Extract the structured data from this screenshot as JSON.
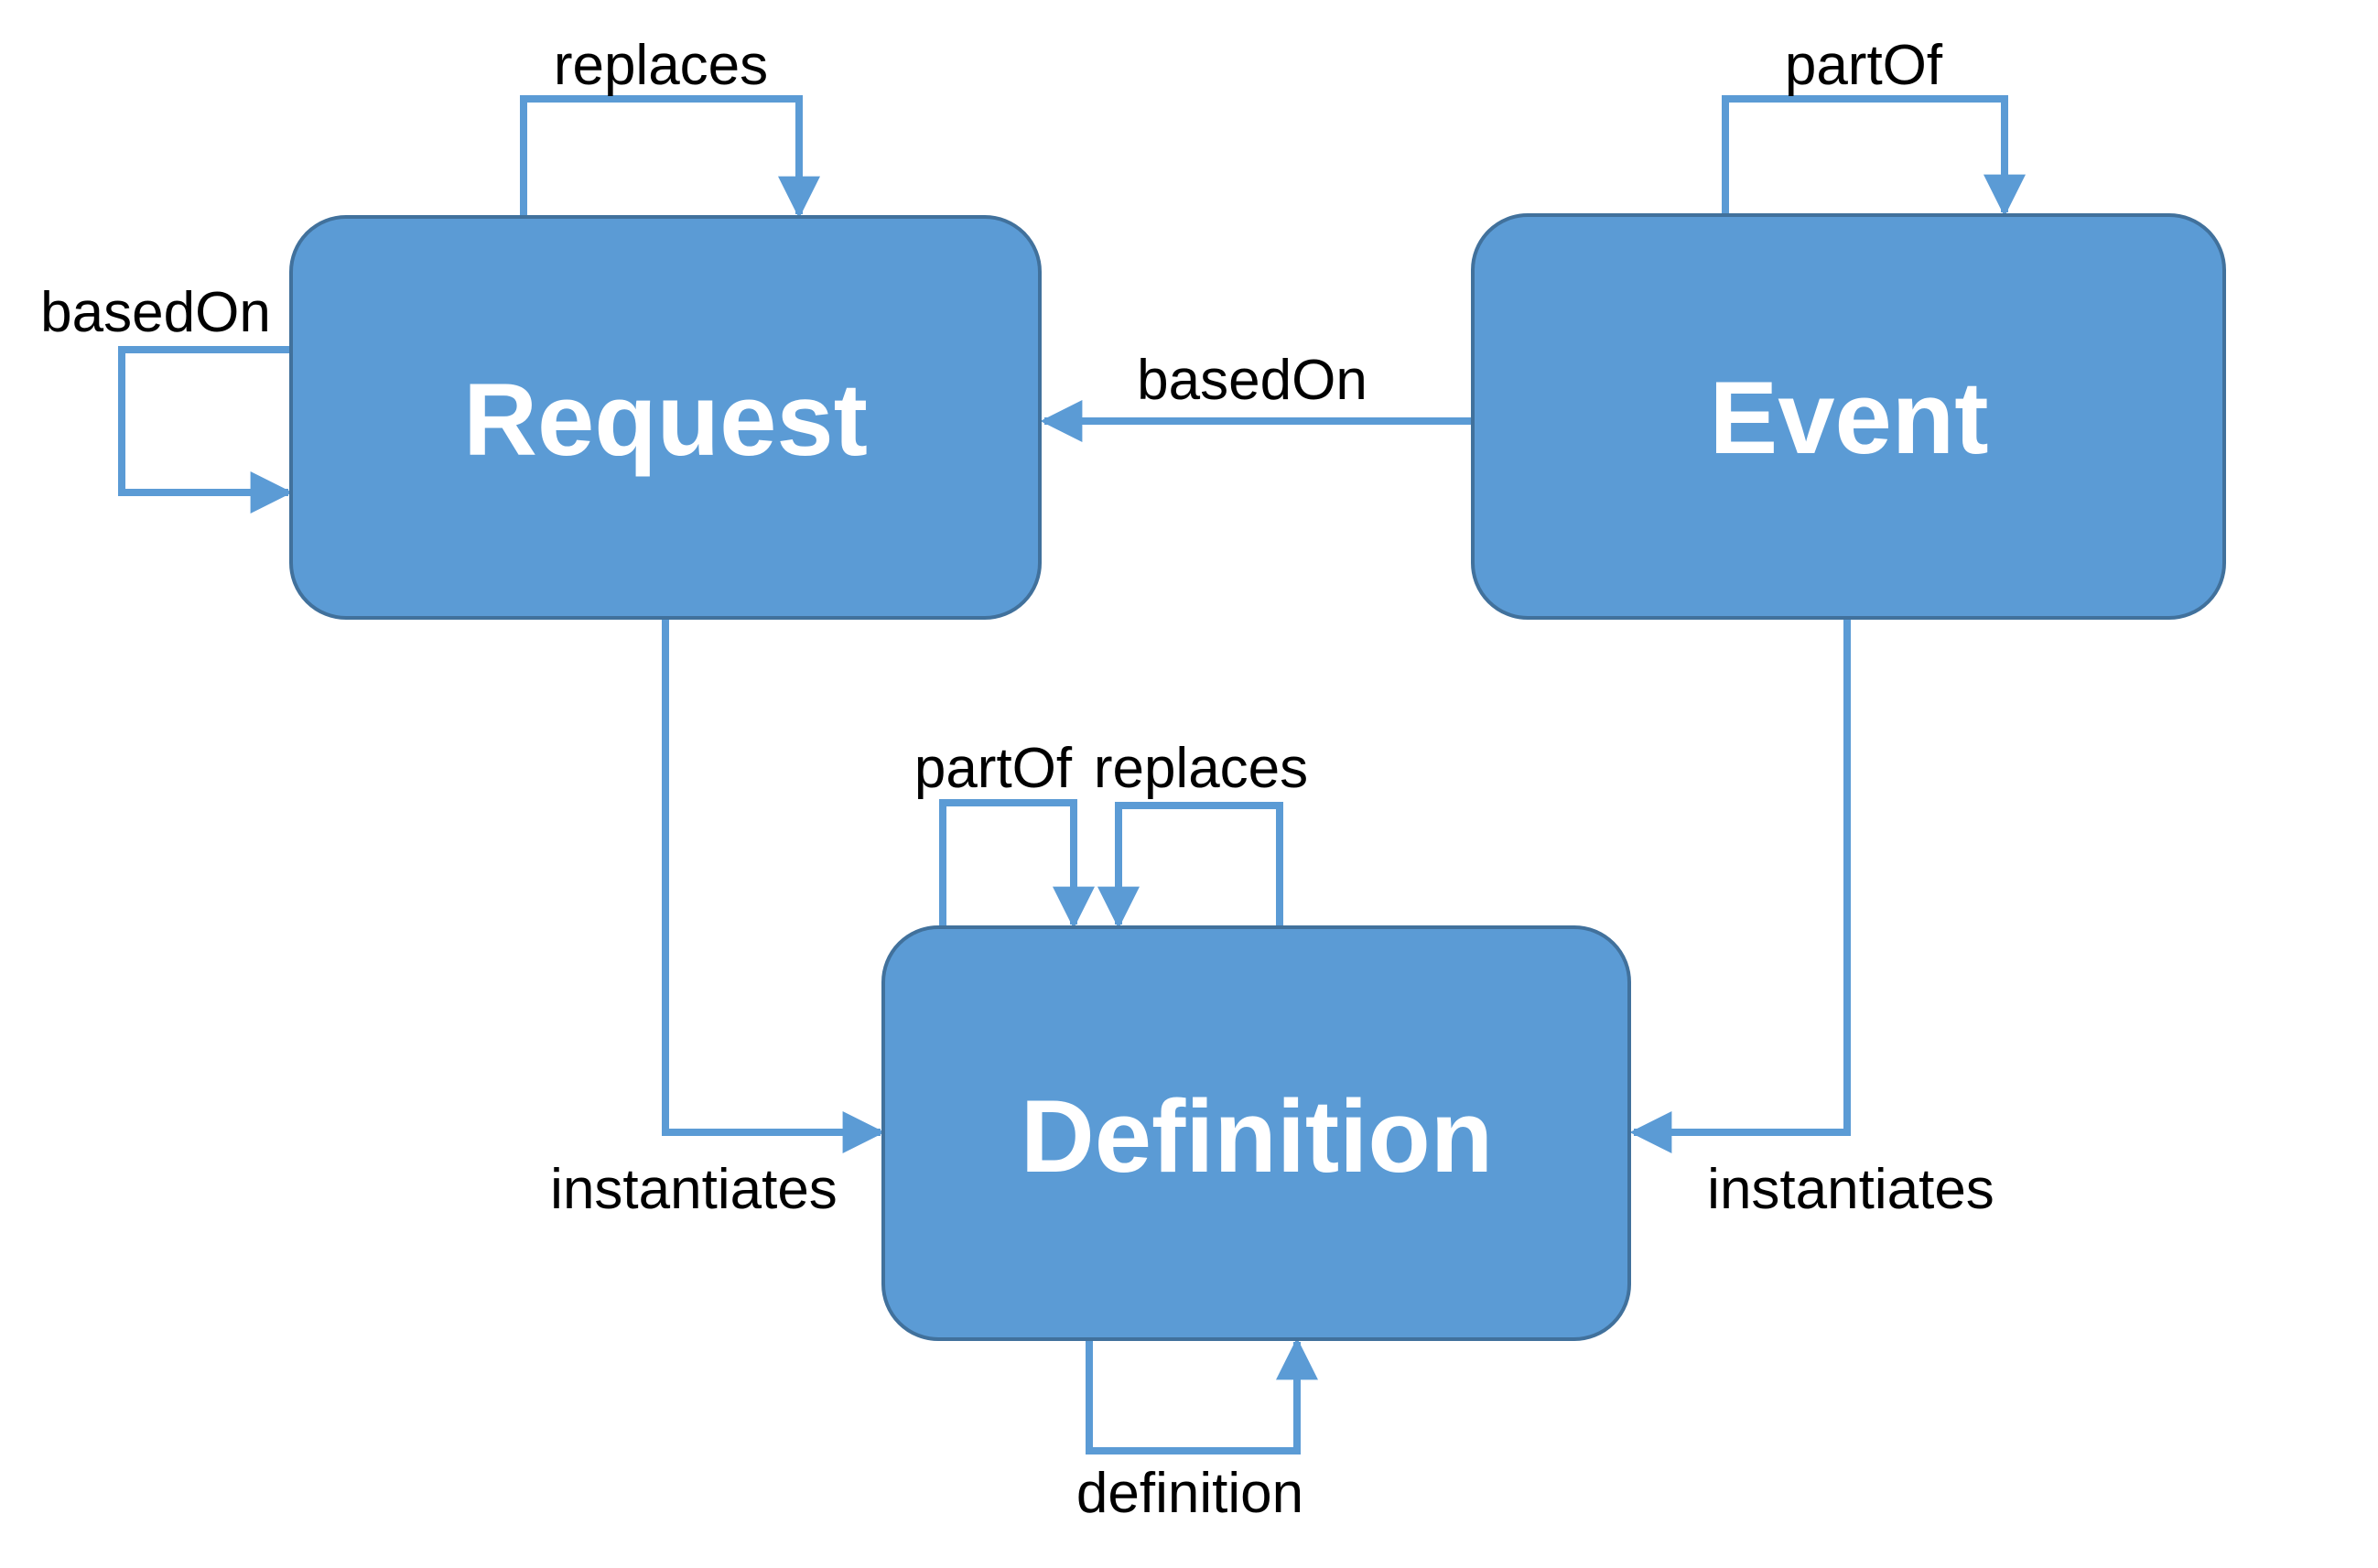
{
  "diagram": {
    "type": "entity-relationship-graph",
    "background": "#ffffff",
    "nodes": {
      "request": {
        "label": "Request"
      },
      "event": {
        "label": "Event"
      },
      "definition": {
        "label": "Definition"
      }
    },
    "edges": {
      "request_replaces_self": {
        "label": "replaces",
        "from": "Request",
        "to": "Request"
      },
      "event_partof_self": {
        "label": "partOf",
        "from": "Event",
        "to": "Event"
      },
      "request_basedon_self": {
        "label": "basedOn",
        "from": "Request",
        "to": "Request"
      },
      "event_basedon_request": {
        "label": "basedOn",
        "from": "Event",
        "to": "Request"
      },
      "request_instantiates_definition": {
        "label": "instantiates",
        "from": "Request",
        "to": "Definition"
      },
      "event_instantiates_definition": {
        "label": "instantiates",
        "from": "Event",
        "to": "Definition"
      },
      "definition_partof_self": {
        "label": "partOf",
        "from": "Definition",
        "to": "Definition"
      },
      "definition_replaces_self": {
        "label": "replaces",
        "from": "Definition",
        "to": "Definition"
      },
      "definition_definition_self": {
        "label": "definition",
        "from": "Definition",
        "to": "Definition"
      }
    },
    "colors": {
      "node_fill": "#5b9bd5",
      "node_border": "#41719c",
      "connector": "#5b9bd5",
      "edge_label_text": "#000000",
      "node_label_text": "#ffffff"
    }
  }
}
